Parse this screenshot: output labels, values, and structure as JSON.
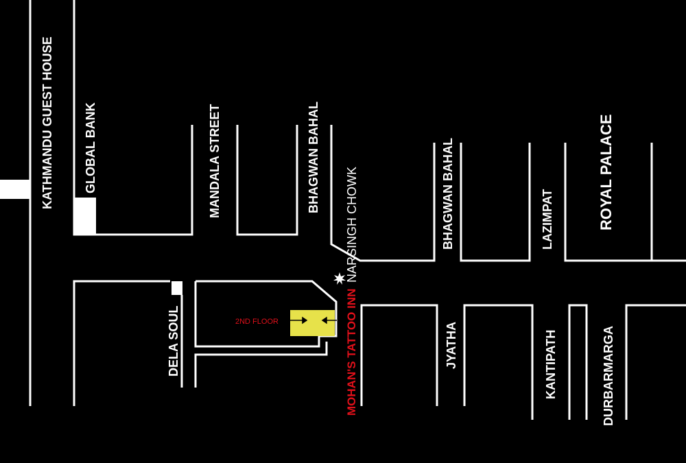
{
  "map": {
    "background": "#000000",
    "road_color": "#ffffff",
    "highlight_color": "#e7e24a",
    "accent_color": "#e0101a",
    "labels": {
      "kathmandu_guest_house": "KATHMANDU GUEST HOUSE",
      "global_bank": "GLOBAL BANK",
      "mandala_street": "MANDALA STREET",
      "bhagwan_bahal_1": "BHAGWAN BAHAL",
      "narsingh_chowk": "NARSINGH CHOWK",
      "bhagwan_bahal_2": "BHAGWAN BAHAL",
      "lazimpat": "LAZIMPAT",
      "royal_palace": "ROYAL PALACE",
      "dela_soul": "DELA SOUL",
      "second_floor": "2ND FLOOR",
      "mohans_tattoo_inn": "MOHAN'S TATTOO INN",
      "jyatha": "JYATHA",
      "kantipath": "KANTIPATH",
      "durbarmarga": "DURBARMARGA"
    },
    "icons": {
      "landmark_marker": "star-burst-icon",
      "arrow_right": "arrow-right-icon",
      "arrow_left": "arrow-left-icon"
    }
  }
}
